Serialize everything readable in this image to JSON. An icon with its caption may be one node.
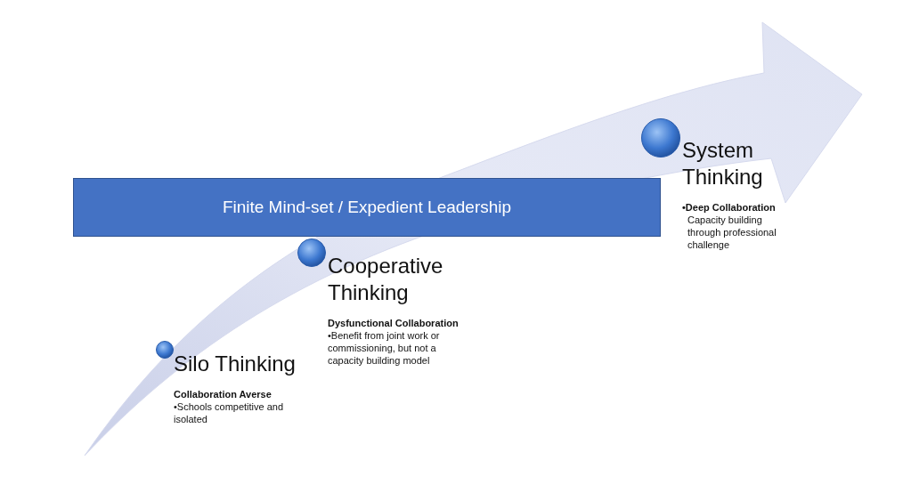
{
  "diagram": {
    "nodes": [
      {
        "text": [
          "Silo Thinking",
          "Collaboration Averse",
          "•Schools competitive and isolated"
        ]
      },
      {
        "text": [
          "Cooperative Thinking",
          "Dysfunctional Collaboration",
          "•Benefit from joint work or commissioning, but not a capacity building model"
        ]
      },
      {
        "text": [
          "System Thinking",
          "•Deep Collaboration",
          "Capacity building through professional challenge"
        ]
      },
      {
        "text": [
          "Finite Mind-set / Expedient Leadership"
        ]
      }
    ]
  }
}
